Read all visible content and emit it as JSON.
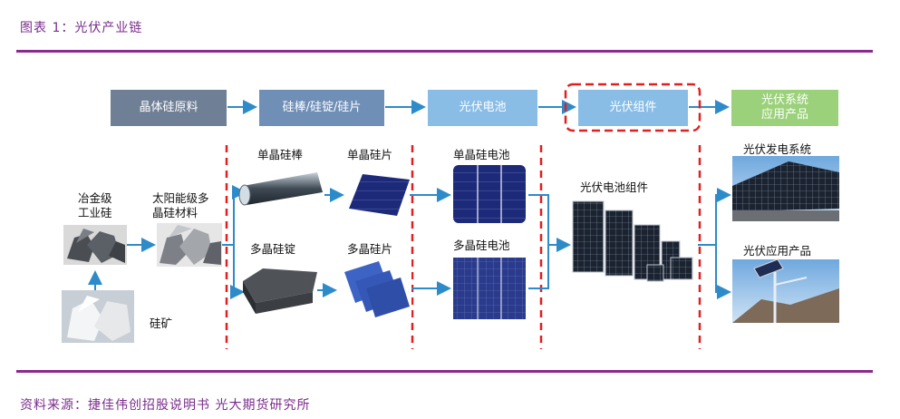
{
  "header": {
    "title": "图表 1：光伏产业链"
  },
  "footer": {
    "source": "资料来源：捷佳伟创招股说明书  光大期货研究所"
  },
  "stages": {
    "s1": "晶体硅原料",
    "s2": "硅棒/硅锭/硅片",
    "s3": "光伏电池",
    "s4": "光伏组件",
    "s5_line1": "光伏系统",
    "s5_line2": "应用产品"
  },
  "items": {
    "metal_si_1": "冶金级",
    "metal_si_2": "工业硅",
    "solar_mat_1": "太阳能级多",
    "solar_mat_2": "晶硅材料",
    "quartz": "硅矿",
    "mono_rod": "单晶硅棒",
    "poly_ingot": "多晶硅锭",
    "mono_wafer": "单晶硅片",
    "poly_wafer": "多晶硅片",
    "mono_cell": "单晶硅电池",
    "poly_cell": "多晶硅电池",
    "module": "光伏电池组件",
    "power_system": "光伏发电系统",
    "application": "光伏应用产品"
  },
  "colors": {
    "accent": "#8a2a8f",
    "stage_dark": "#6f7f96",
    "stage_mid": "#6f8fb7",
    "stage_light": "#89bde6",
    "stage_green": "#9bd17a",
    "arrow": "#2e8bc9",
    "divider": "#e02020"
  }
}
